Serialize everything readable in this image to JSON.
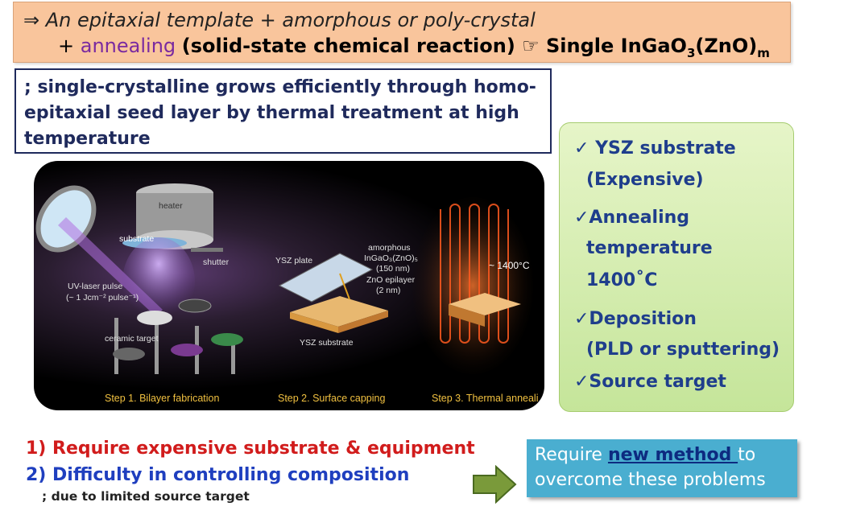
{
  "banner": {
    "line1": "⇒ An epitaxial template + amorphous or poly-crystal",
    "plus": "+",
    "annealing": "annealing",
    "reaction": "(solid-state chemical reaction) ☞ Single  InGaO",
    "sub3": "3",
    "zno": "(ZnO)",
    "subm": "m"
  },
  "single_box": {
    "text": "; single-crystalline grows efficiently through homo-epitaxial seed layer by thermal treatment at high temperature"
  },
  "figure": {
    "heater": "heater",
    "substrate": "substrate",
    "shutter": "shutter",
    "uv_laser": "UV-laser pulse",
    "uv_energy": "(~ 1 Jcm⁻² pulse⁻¹)",
    "ceramic": "ceramic target",
    "ysz_plate": "YSZ plate",
    "amorphous": "amorphous",
    "ingao": "InGaO₃(ZnO)₅",
    "nm150": "(150 nm)",
    "zno_epi": "ZnO epilayer",
    "nm2": "(2 nm)",
    "ysz_sub": "YSZ substrate",
    "temp": "~ 1400°C",
    "step1": "Step 1.  Bilayer fabrication",
    "step2": "Step 2.  Surface capping",
    "step3": "Step 3.  Thermal anneali"
  },
  "green_box": {
    "items": [
      "✓ YSZ substrate",
      "(Expensive)",
      "✓Annealing",
      "temperature",
      "1400˚C",
      "✓Deposition",
      "(PLD or sputtering)",
      "✓Source target"
    ]
  },
  "requirements": {
    "r1": "1) Require expensive substrate & equipment",
    "r2": "2) Difficulty in controlling composition",
    "r2_sub": "; due to limited source target"
  },
  "callout": {
    "pre": "Require ",
    "link": "new method ",
    "post": "to overcome these problems"
  },
  "colors": {
    "banner_bg": "#f9c59c",
    "green_box": "#d6eeb0",
    "callout_bg": "#4aaed0",
    "req1": "#d11c1c",
    "req2": "#1f3fbf",
    "arrow": "#7a9a3a"
  }
}
